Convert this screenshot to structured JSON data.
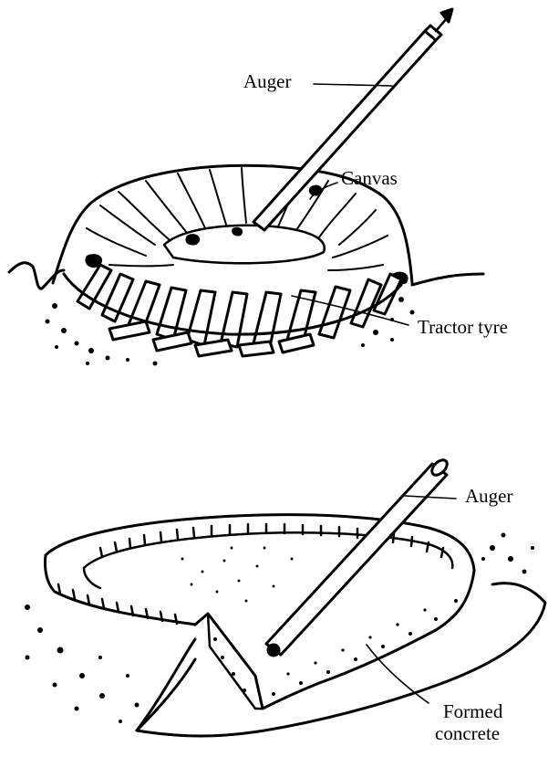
{
  "top_figure": {
    "labels": {
      "auger": "Auger",
      "canvas": "Canvas",
      "tractor_tyre": "Tractor tyre"
    }
  },
  "bottom_figure": {
    "labels": {
      "auger": "Auger",
      "formed_concrete_line1": "Formed",
      "formed_concrete_line2": "concrete"
    }
  }
}
